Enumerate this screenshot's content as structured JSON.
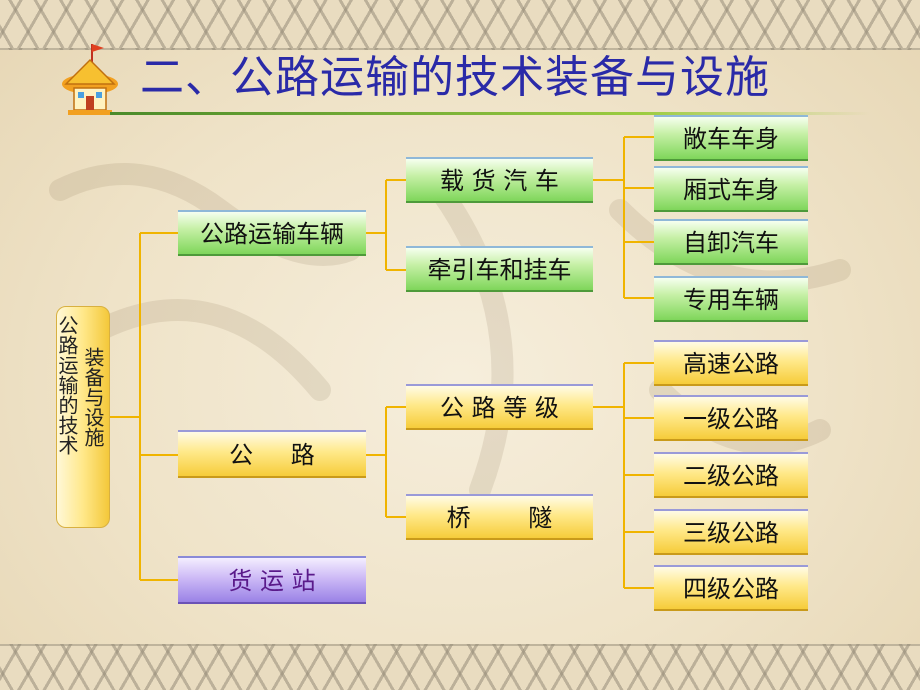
{
  "title": "二、公路运输的技术装备与设施",
  "root": {
    "col1": "公路运输的技术",
    "col2": "装备与设施"
  },
  "level1": {
    "vehicles": "公路运输车辆",
    "roads": "公 路",
    "stations": "货 运 站"
  },
  "level2": {
    "truck": "载 货 汽 车",
    "tractor": "牵引车和挂车",
    "road_grade": "公 路 等 级",
    "bridge_tunnel": "桥 隧"
  },
  "truck_types": [
    "敞车车身",
    "厢式车身",
    "自卸汽车",
    "专用车辆"
  ],
  "road_grades": [
    "高速公路",
    "一级公路",
    "二级公路",
    "三级公路",
    "四级公路"
  ],
  "colors": {
    "title": "#2a2aa8",
    "line": "#f0b400",
    "green": "#7fd65a",
    "yellow": "#f6cc3a",
    "purple": "#9a82e6"
  }
}
